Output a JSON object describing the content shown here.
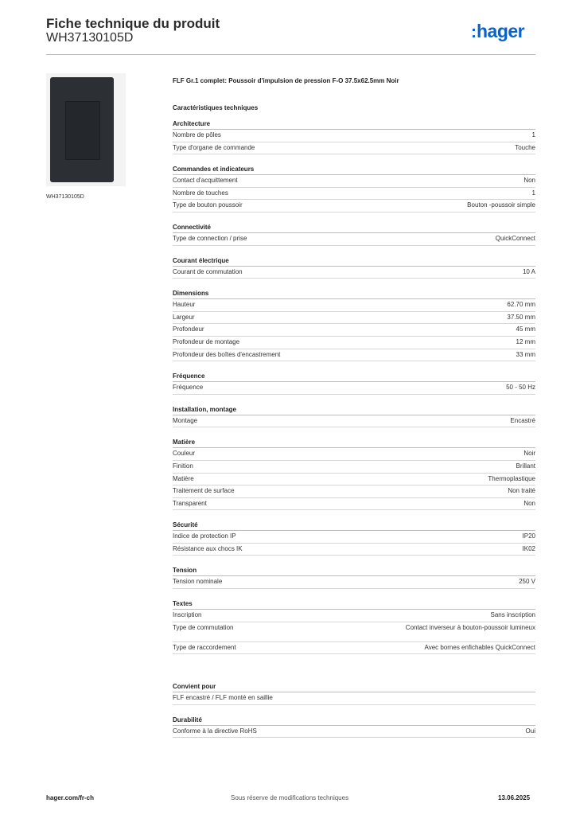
{
  "header": {
    "title": "Fiche technique du produit",
    "reference": "WH37130105D",
    "logo_text": ":hager",
    "brand_color": "#0a62c9"
  },
  "product": {
    "image_caption": "WH37130105D",
    "description": "FLF Gr.1 complet: Poussoir d'impulsion de pression F-O 37.5x62.5mm Noir"
  },
  "section_title": "Caractéristiques techniques",
  "groups": [
    {
      "title": "Architecture",
      "rows": [
        {
          "label": "Nombre de pôles",
          "value": "1"
        },
        {
          "label": "Type d'organe de commande",
          "value": "Touche"
        }
      ]
    },
    {
      "title": "Commandes et indicateurs",
      "rows": [
        {
          "label": "Contact d'acquittement",
          "value": "Non"
        },
        {
          "label": "Nombre de touches",
          "value": "1"
        },
        {
          "label": "Type de bouton poussoir",
          "value": "Bouton -poussoir simple"
        }
      ]
    },
    {
      "title": "Connectivité",
      "rows": [
        {
          "label": "Type de connection / prise",
          "value": "QuickConnect"
        }
      ]
    },
    {
      "title": "Courant électrique",
      "rows": [
        {
          "label": "Courant de commutation",
          "value": "10 A"
        }
      ]
    },
    {
      "title": "Dimensions",
      "rows": [
        {
          "label": "Hauteur",
          "value": "62.70 mm"
        },
        {
          "label": "Largeur",
          "value": "37.50 mm"
        },
        {
          "label": "Profondeur",
          "value": "45 mm"
        },
        {
          "label": "Profondeur de montage",
          "value": "12 mm"
        },
        {
          "label": "Profondeur des boîtes d'encastrement",
          "value": "33 mm"
        }
      ]
    },
    {
      "title": "Fréquence",
      "rows": [
        {
          "label": "Fréquence",
          "value": "50 - 50 Hz"
        }
      ]
    },
    {
      "title": "Installation, montage",
      "rows": [
        {
          "label": "Montage",
          "value": "Encastré"
        }
      ]
    },
    {
      "title": "Matière",
      "rows": [
        {
          "label": "Couleur",
          "value": "Noir"
        },
        {
          "label": "Finition",
          "value": "Brillant"
        },
        {
          "label": "Matière",
          "value": "Thermoplastique"
        },
        {
          "label": "Traitement de surface",
          "value": "Non traité"
        },
        {
          "label": "Transparent",
          "value": "Non"
        }
      ]
    },
    {
      "title": "Sécurité",
      "rows": [
        {
          "label": "Indice de protection IP",
          "value": "IP20"
        },
        {
          "label": "Résistance aux chocs IK",
          "value": "IK02"
        }
      ]
    },
    {
      "title": "Tension",
      "rows": [
        {
          "label": "Tension nominale",
          "value": "250 V"
        }
      ]
    },
    {
      "title": "Textes",
      "rows": [
        {
          "label": "Inscription",
          "value": "Sans inscription"
        },
        {
          "label": "Type de commutation",
          "value": "Contact inverseur à bouton-poussoir lumineux"
        },
        {
          "label": "Type de raccordement",
          "value": "Avec bornes enfichables QuickConnect"
        }
      ]
    },
    {
      "title": "Convient pour",
      "rows": [
        {
          "label": "FLF encastré / FLF monté en saillie",
          "value": ""
        }
      ]
    },
    {
      "title": "Durabilité",
      "rows": [
        {
          "label": "Conforme à la directive RoHS",
          "value": "Oui"
        }
      ]
    }
  ],
  "footer": {
    "website": "hager.com/fr-ch",
    "notice": "Sous réserve de modifications techniques",
    "date": "13.06.2025"
  }
}
